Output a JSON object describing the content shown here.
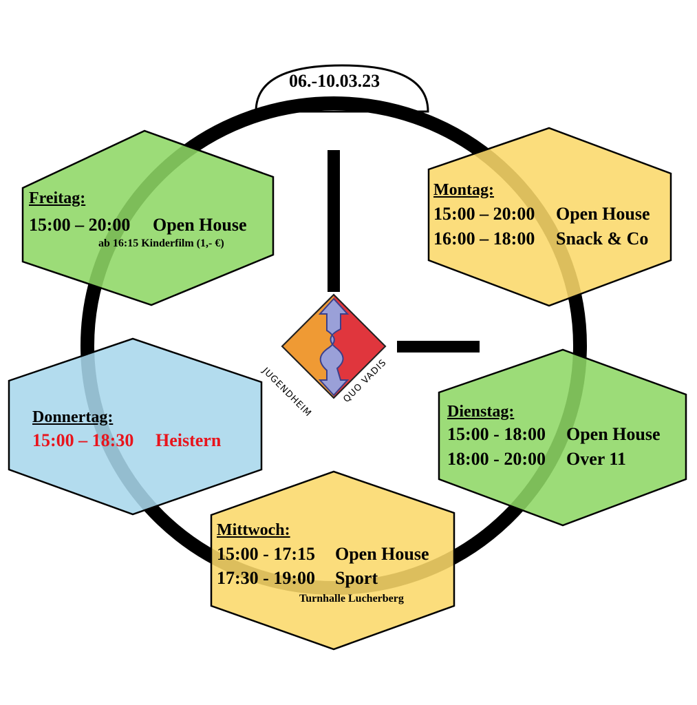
{
  "date_range": "06.-10.03.23",
  "colors": {
    "green": "#8ed765",
    "yellow": "#fbd86a",
    "blue": "#a9d7ec",
    "red_text": "#e8141c",
    "ring": "#000000"
  },
  "days": {
    "montag": {
      "heading": "Montag:",
      "color": "yellow",
      "lines": [
        {
          "time": "15:00 – 20:00",
          "activity": "Open House"
        },
        {
          "time": "16:00 – 18:00",
          "activity": "Snack & Co"
        }
      ]
    },
    "dienstag": {
      "heading": "Dienstag:",
      "color": "green",
      "lines": [
        {
          "time": "15:00 - 18:00",
          "activity": "Open House"
        },
        {
          "time": "18:00 - 20:00",
          "activity": "Over 11"
        }
      ]
    },
    "mittwoch": {
      "heading": "Mittwoch:",
      "color": "yellow",
      "lines": [
        {
          "time": "15:00 - 17:15",
          "activity": "Open House"
        },
        {
          "time": "17:30 - 19:00",
          "activity": "Sport"
        }
      ],
      "note": "Turnhalle Lucherberg"
    },
    "donnertag": {
      "heading": "Donnertag:",
      "color": "blue",
      "lines": [
        {
          "time": "15:00 – 18:30",
          "activity": "Heistern"
        }
      ]
    },
    "freitag": {
      "heading": "Freitag:",
      "color": "green",
      "lines": [
        {
          "time": "15:00 – 20:00",
          "activity": "Open House"
        }
      ],
      "note": "ab 16:15   Kinderfilm (1,- €)"
    }
  },
  "logo": {
    "left_text": "JUGENDHEIM",
    "right_text": "QUO VADIS"
  }
}
